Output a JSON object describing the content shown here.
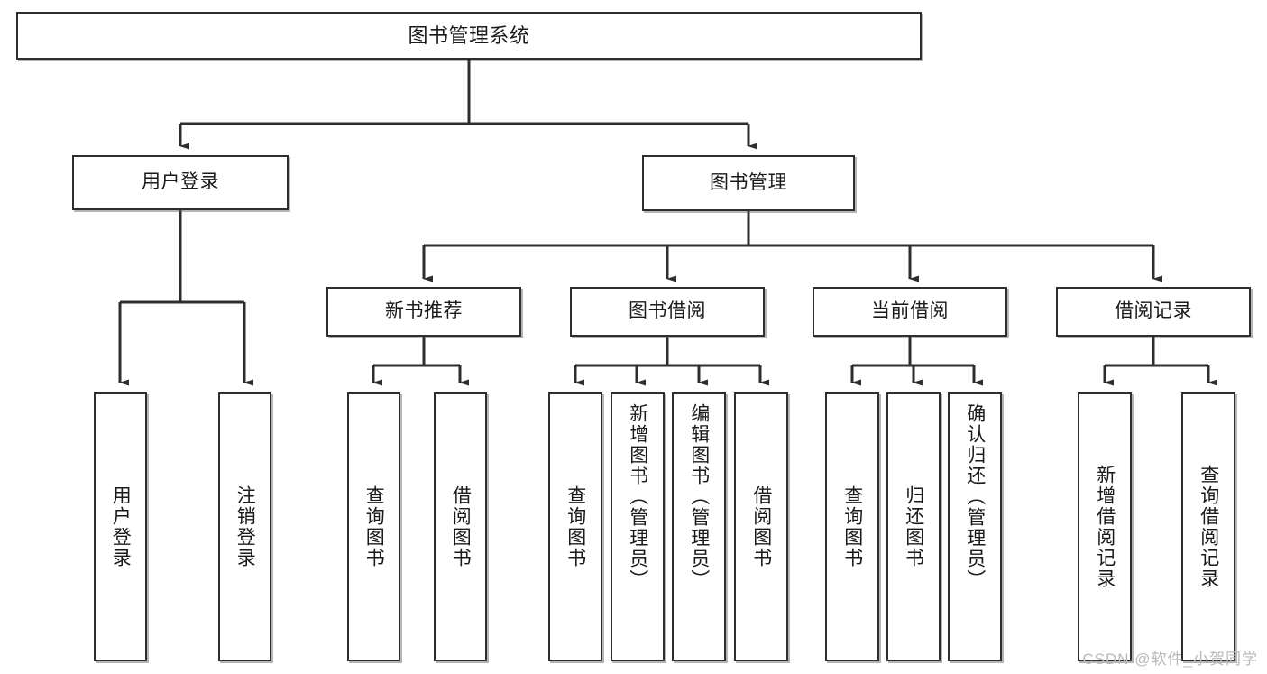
{
  "diagram": {
    "title": "图书管理系统",
    "watermark": "CSDN @软件_小贺同学",
    "line_color": "#2e2e2e",
    "box_border_color": "#2e2e2e",
    "box_fill": "#ffffff",
    "text_color": "#1a1a1a",
    "nodes": {
      "root": {
        "label": "图书管理系统"
      },
      "level2": [
        {
          "label": "用户登录"
        },
        {
          "label": "图书管理"
        }
      ],
      "level3": [
        {
          "label": "新书推荐"
        },
        {
          "label": "图书借阅"
        },
        {
          "label": "当前借阅"
        },
        {
          "label": "借阅记录"
        }
      ],
      "leaves": {
        "user_login": [
          {
            "label": "用户登录"
          },
          {
            "label": "注销登录"
          }
        ],
        "new_book": [
          {
            "label": "查询图书"
          },
          {
            "label": "借阅图书"
          }
        ],
        "borrow_book": [
          {
            "label": "查询图书"
          },
          {
            "label": "新增图书（管理员）"
          },
          {
            "label": "编辑图书（管理员）"
          },
          {
            "label": "借阅图书"
          }
        ],
        "current_borrow": [
          {
            "label": "查询图书"
          },
          {
            "label": "归还图书"
          },
          {
            "label": "确认归还（管理员）"
          }
        ],
        "borrow_record": [
          {
            "label": "新增借阅记录"
          },
          {
            "label": "查询借阅记录"
          }
        ]
      }
    }
  }
}
